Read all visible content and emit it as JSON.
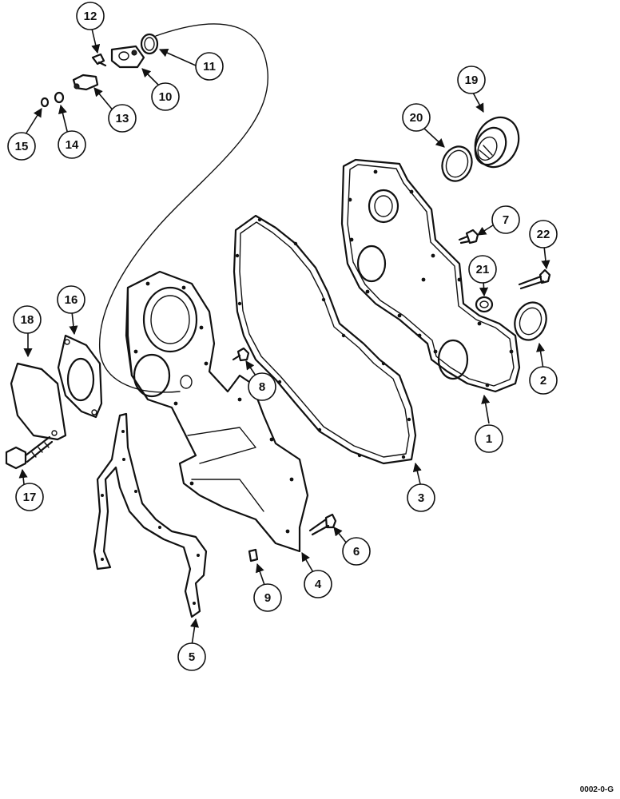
{
  "figure_code": "0002-0-G",
  "callouts": [
    "1",
    "2",
    "3",
    "4",
    "5",
    "6",
    "7",
    "8",
    "9",
    "10",
    "11",
    "12",
    "13",
    "14",
    "15",
    "16",
    "17",
    "18",
    "19",
    "20",
    "21",
    "22"
  ]
}
